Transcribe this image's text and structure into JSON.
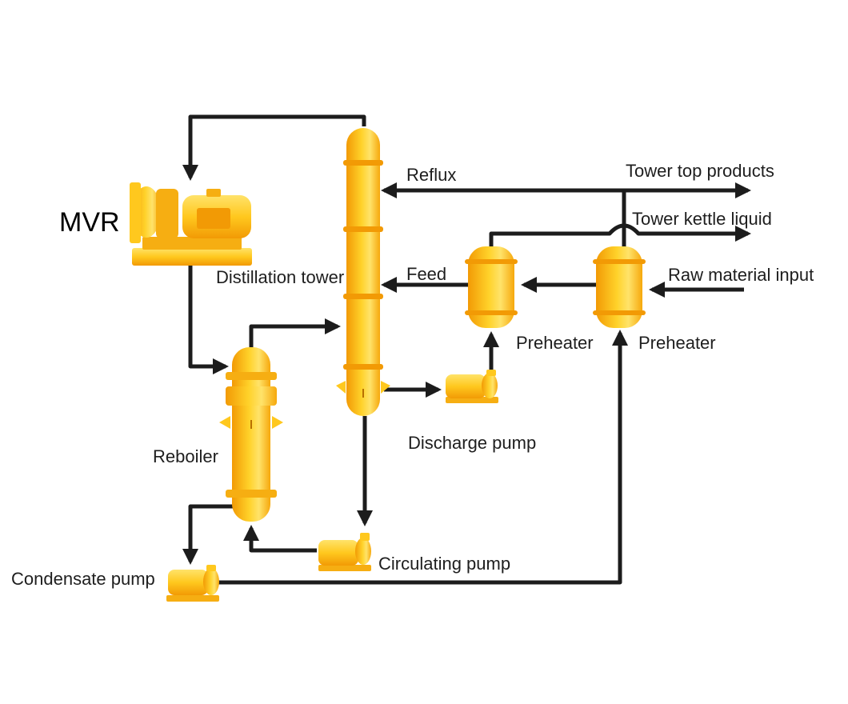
{
  "labels": {
    "mvr": "MVR",
    "distillation_tower": "Distillation tower",
    "reflux": "Reflux",
    "tower_top_products": "Tower top products",
    "tower_kettle_liquid": "Tower kettle liquid",
    "feed": "Feed",
    "raw_material_input": "Raw material input",
    "preheater_left": "Preheater",
    "preheater_right": "Preheater",
    "discharge_pump": "Discharge pump",
    "reboiler": "Reboiler",
    "circulating_pump": "Circulating pump",
    "condensate_pump": "Condensate pump"
  },
  "colors": {
    "equipment": "#FFC81E",
    "equipment_dark": "#F29A05",
    "equipment_light": "#FFE36A",
    "pipe": "#1C1C1C",
    "text": "#1E1E1E"
  }
}
